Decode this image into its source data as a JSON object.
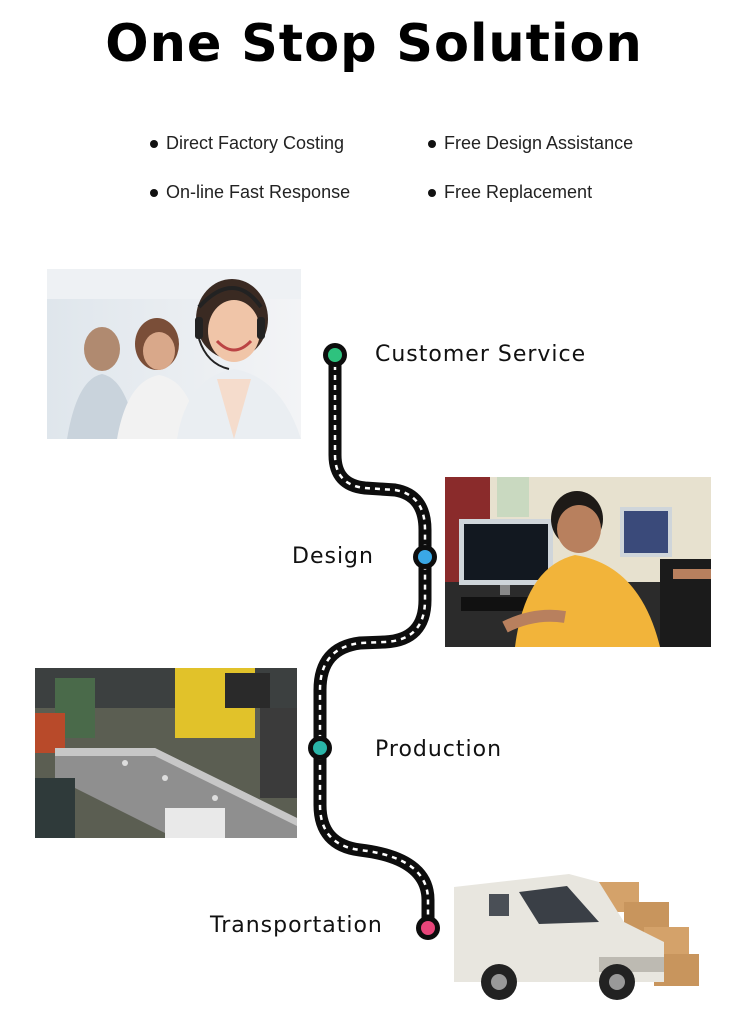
{
  "title": "One Stop Solution",
  "features": [
    "Direct Factory Costing",
    "Free Design Assistance",
    "On-line Fast Response",
    "Free Replacement"
  ],
  "steps": [
    {
      "label": "Customer Service",
      "color": "#2ec27e"
    },
    {
      "label": "Design",
      "color": "#3aa8e6"
    },
    {
      "label": "Production",
      "color": "#2ab5a8"
    },
    {
      "label": "Transportation",
      "color": "#e8457a"
    }
  ],
  "road": {
    "color": "#0d0d0d",
    "dash_color": "#ffffff"
  }
}
